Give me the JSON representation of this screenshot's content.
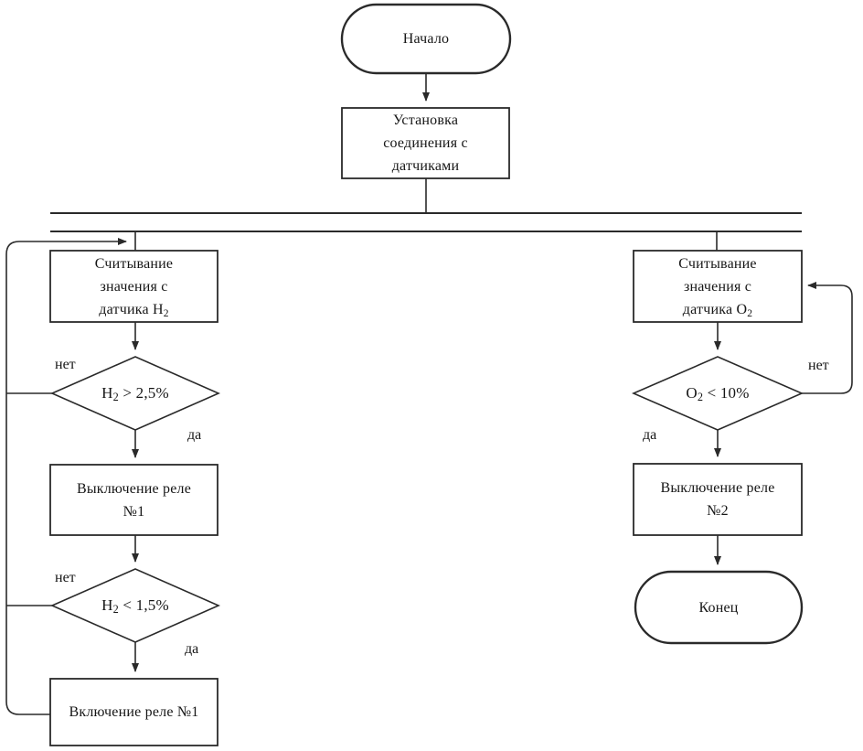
{
  "colors": {
    "line": "#2a2a2a",
    "background": "#ffffff",
    "text": "#161616"
  },
  "nodes": {
    "start": {
      "type": "terminator",
      "label": "Начало"
    },
    "setup": {
      "type": "process",
      "line1": "Установка",
      "line2": "соединения с",
      "line3": "датчиками"
    },
    "read_h2": {
      "type": "process",
      "line1": "Считывание",
      "line2": "значения с",
      "line3_base": "датчика H",
      "line3_sub": "2"
    },
    "check_h2_high": {
      "type": "decision",
      "base": "H",
      "sub": "2",
      "rest": " > 2,5%"
    },
    "relay1_off": {
      "type": "process",
      "line1": "Выключение реле",
      "line2": "№1"
    },
    "check_h2_low": {
      "type": "decision",
      "base": "H",
      "sub": "2",
      "rest": " < 1,5%"
    },
    "relay1_on": {
      "type": "process",
      "label": "Включение реле №1"
    },
    "read_o2": {
      "type": "process",
      "line1": "Считывание",
      "line2": "значения с",
      "line3_base": "датчика O",
      "line3_sub": "2"
    },
    "check_o2": {
      "type": "decision",
      "base": "O",
      "sub": "2",
      "rest": " < 10%"
    },
    "relay2_off": {
      "type": "process",
      "line1": "Выключение реле",
      "line2": "№2"
    },
    "end": {
      "type": "terminator",
      "label": "Конец"
    }
  },
  "edge_labels": {
    "h2_high_no": "нет",
    "h2_high_yes": "да",
    "h2_low_no": "нет",
    "h2_low_yes": "да",
    "o2_no": "нет",
    "o2_yes": "да"
  }
}
